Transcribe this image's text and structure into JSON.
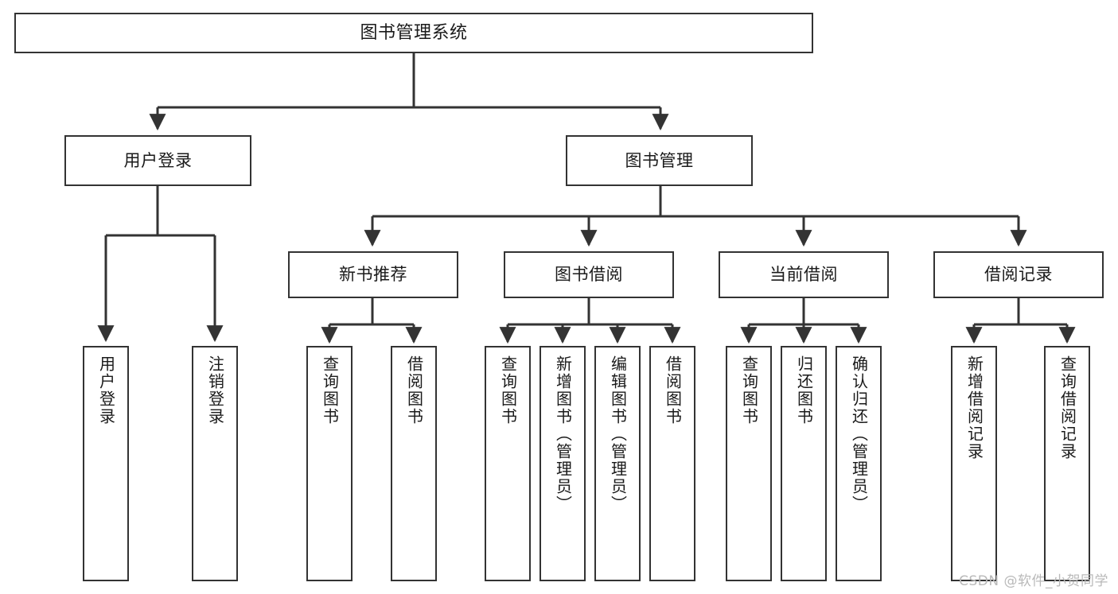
{
  "diagram": {
    "title": "图书管理系统",
    "type": "tree-hierarchy",
    "background_color": "#ffffff",
    "line_color": "#333333",
    "box_border_color": "#333333",
    "watermark": "CSDN @软件_小贺同学"
  },
  "nodes": {
    "root": {
      "label": "图书管理系统"
    },
    "level2": [
      {
        "label": "用户登录"
      },
      {
        "label": "图书管理"
      }
    ],
    "level3": [
      {
        "label": "新书推荐"
      },
      {
        "label": "图书借阅"
      },
      {
        "label": "当前借阅"
      },
      {
        "label": "借阅记录"
      }
    ],
    "leaves": {
      "user_login": [
        {
          "label": "用户登录"
        },
        {
          "label": "注销登录"
        }
      ],
      "new_book_recommend": [
        {
          "label": "查询图书"
        },
        {
          "label": "借阅图书"
        }
      ],
      "book_borrow": [
        {
          "label": "查询图书"
        },
        {
          "label": "新增图书（管理员）"
        },
        {
          "label": "编辑图书（管理员）"
        },
        {
          "label": "借阅图书"
        }
      ],
      "current_borrow": [
        {
          "label": "查询图书"
        },
        {
          "label": "归还图书"
        },
        {
          "label": "确认归还（管理员）"
        }
      ],
      "borrow_record": [
        {
          "label": "新增借阅记录"
        },
        {
          "label": "查询借阅记录"
        }
      ]
    }
  }
}
